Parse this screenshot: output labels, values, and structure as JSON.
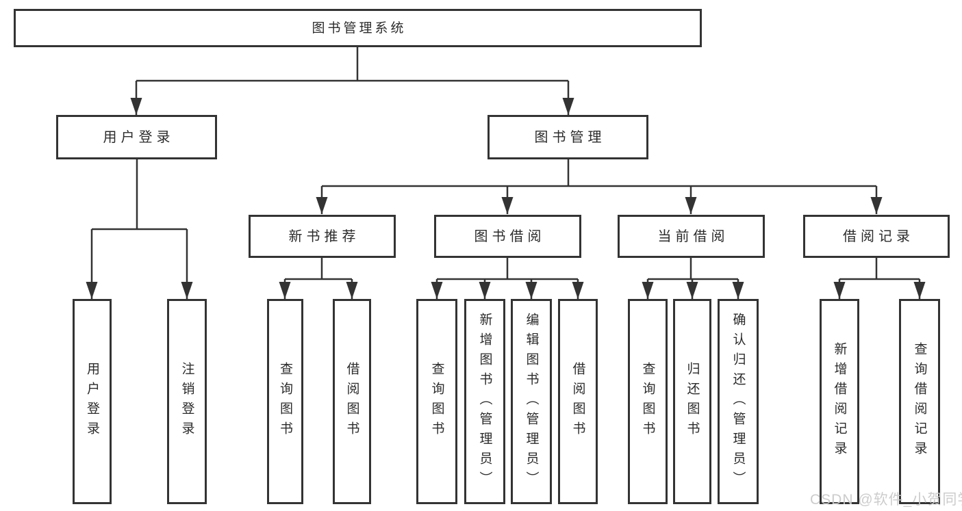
{
  "watermark": "CSDN @软件_小贺同学",
  "colors": {
    "line": "#333333",
    "box_border": "#333333",
    "text": "#2b2b2b",
    "background": "#ffffff",
    "watermark": "#c9c9c9"
  },
  "tree": {
    "label": "图书管理系统",
    "children": [
      {
        "label": "用户登录",
        "children": [
          {
            "label": "用户登录"
          },
          {
            "label": "注销登录"
          }
        ]
      },
      {
        "label": "图书管理",
        "children": [
          {
            "label": "新书推荐",
            "children": [
              {
                "label": "查询图书"
              },
              {
                "label": "借阅图书"
              }
            ]
          },
          {
            "label": "图书借阅",
            "children": [
              {
                "label": "查询图书"
              },
              {
                "label": "新增图书（管理员）"
              },
              {
                "label": "编辑图书（管理员）"
              },
              {
                "label": "借阅图书"
              }
            ]
          },
          {
            "label": "当前借阅",
            "children": [
              {
                "label": "查询图书"
              },
              {
                "label": "归还图书"
              },
              {
                "label": "确认归还（管理员）"
              }
            ]
          },
          {
            "label": "借阅记录",
            "children": [
              {
                "label": "新增借阅记录"
              },
              {
                "label": "查询借阅记录"
              }
            ]
          }
        ]
      }
    ]
  }
}
